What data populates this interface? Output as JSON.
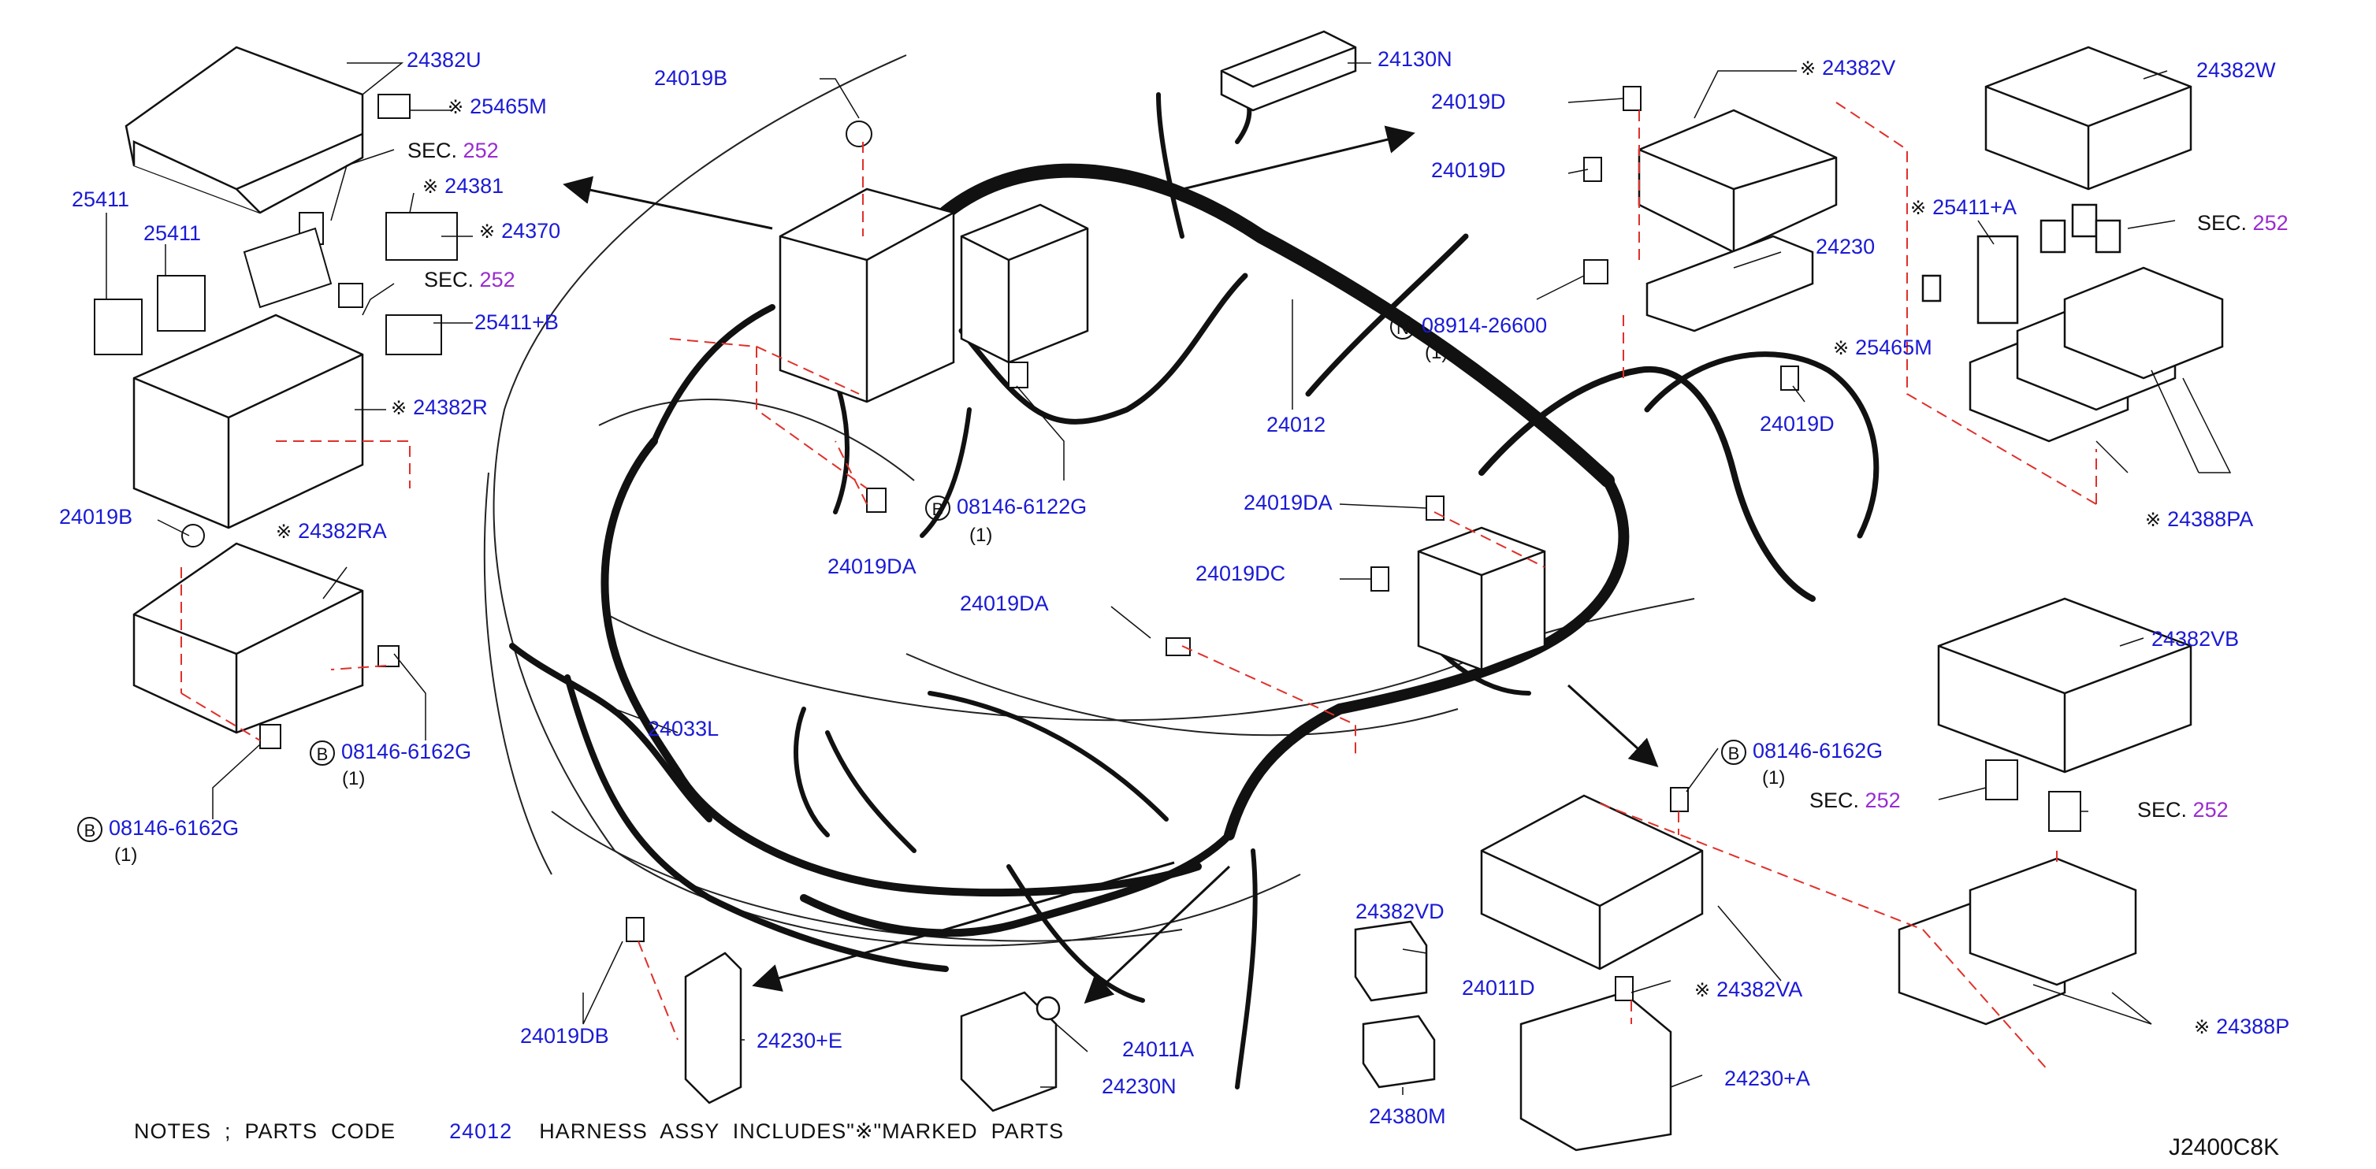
{
  "labels": {
    "p24382U": "24382U",
    "p25465M_a": "25465M",
    "sec_a": "SEC.",
    "sec_a_num": "252",
    "p24381": "24381",
    "p24370": "24370",
    "sec_b": "SEC.",
    "sec_b_num": "252",
    "p25411_a": "25411",
    "p25411_b": "25411",
    "p25411B": "25411+B",
    "p24382R": "24382R",
    "p24019B_a": "24019B",
    "p24382RA": "24382RA",
    "p08146_6162G_a": "08146-6162G",
    "qty_a": "(1)",
    "p08146_6162G_b": "08146-6162G",
    "qty_b": "(1)",
    "p24019B_b": "24019B",
    "p24130N": "24130N",
    "p24019D_a": "24019D",
    "p24019D_b": "24019D",
    "p24382V": "24382V",
    "p24230": "24230",
    "p08914_26600": "08914-26600",
    "qty_c": "(1)",
    "p25465M_b": "25465M",
    "p24019D_c": "24019D",
    "p24012": "24012",
    "p24019DA_a": "24019DA",
    "p08146_6122G": "08146-6122G",
    "qty_d": "(1)",
    "p24019DA_b": "24019DA",
    "p24019DA_c": "24019DA",
    "p24019DC": "24019DC",
    "p24033L": "24033L",
    "p24382W": "24382W",
    "p25411A": "25411+A",
    "sec_c": "SEC.",
    "sec_c_num": "252",
    "p24388PA": "24388PA",
    "p24382VB": "24382VB",
    "p08146_6162G_c": "08146-6162G",
    "qty_e": "(1)",
    "sec_d": "SEC.",
    "sec_d_num": "252",
    "sec_e": "SEC.",
    "sec_e_num": "252",
    "p24388P": "24388P",
    "p24382VD": "24382VD",
    "p24011D": "24011D",
    "p24382VA": "24382VA",
    "p24380M": "24380M",
    "p24230A": "24230+A",
    "p24019DB": "24019DB",
    "p24230E": "24230+E",
    "p24011A": "24011A",
    "p24230N": "24230N"
  },
  "markers": {
    "asterisk": "※",
    "bolt_B": "B",
    "nut_N": "N"
  },
  "notes": {
    "prefix": "NOTES  ;  PARTS  CODE",
    "code": "24012",
    "suffix": "HARNESS  ASSY  INCLUDES\"※\"MARKED  PARTS"
  },
  "diagram_id": "J2400C8K",
  "colors": {
    "part_number": "#1a1ad6",
    "section_number": "#9a2bd0",
    "leader_dash": "#e0302a",
    "line": "#111111"
  }
}
